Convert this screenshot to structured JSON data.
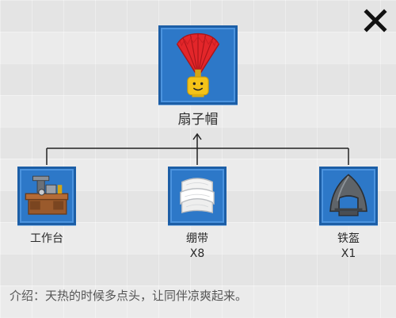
{
  "result": {
    "name": "扇子帽",
    "icon": "fan-hat-icon"
  },
  "ingredients": [
    {
      "name": "工作台",
      "quantity": "",
      "icon": "workbench-icon"
    },
    {
      "name": "绷带",
      "quantity": "X8",
      "icon": "bandage-icon"
    },
    {
      "name": "铁盔",
      "quantity": "X1",
      "icon": "iron-helmet-icon"
    }
  ],
  "description": "介绍：天热的时候多点头，让同伴凉爽起来。",
  "close_icon": "close-icon",
  "colors": {
    "slot": "#2d78c8",
    "slot_border": "#1c5ea6",
    "background": "#ebebeb"
  }
}
